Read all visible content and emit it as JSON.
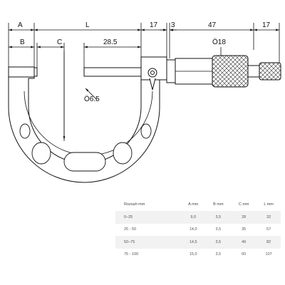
{
  "dimensions": {
    "A": "A",
    "B": "B",
    "C": "C",
    "L": "L",
    "d28_5": "28.5",
    "d17_left": "17",
    "d3": "3",
    "d47": "47",
    "d17_right": "17",
    "phi18": "Ö18",
    "phi6_5": "Ö6.5"
  },
  "table": {
    "headers": [
      "Rozsah mm",
      "A mm",
      "B mm",
      "C mm",
      "L mm"
    ],
    "rows": [
      [
        "0–25",
        "9,0",
        "3,5",
        "28",
        "32"
      ],
      [
        "25 - 50",
        "14,0",
        "3,5",
        "35",
        "57"
      ],
      [
        "50–75",
        "14,5",
        "3,5",
        "49",
        "82"
      ],
      [
        "75 - 100",
        "15,0",
        "3,5",
        "60",
        "107"
      ]
    ]
  }
}
